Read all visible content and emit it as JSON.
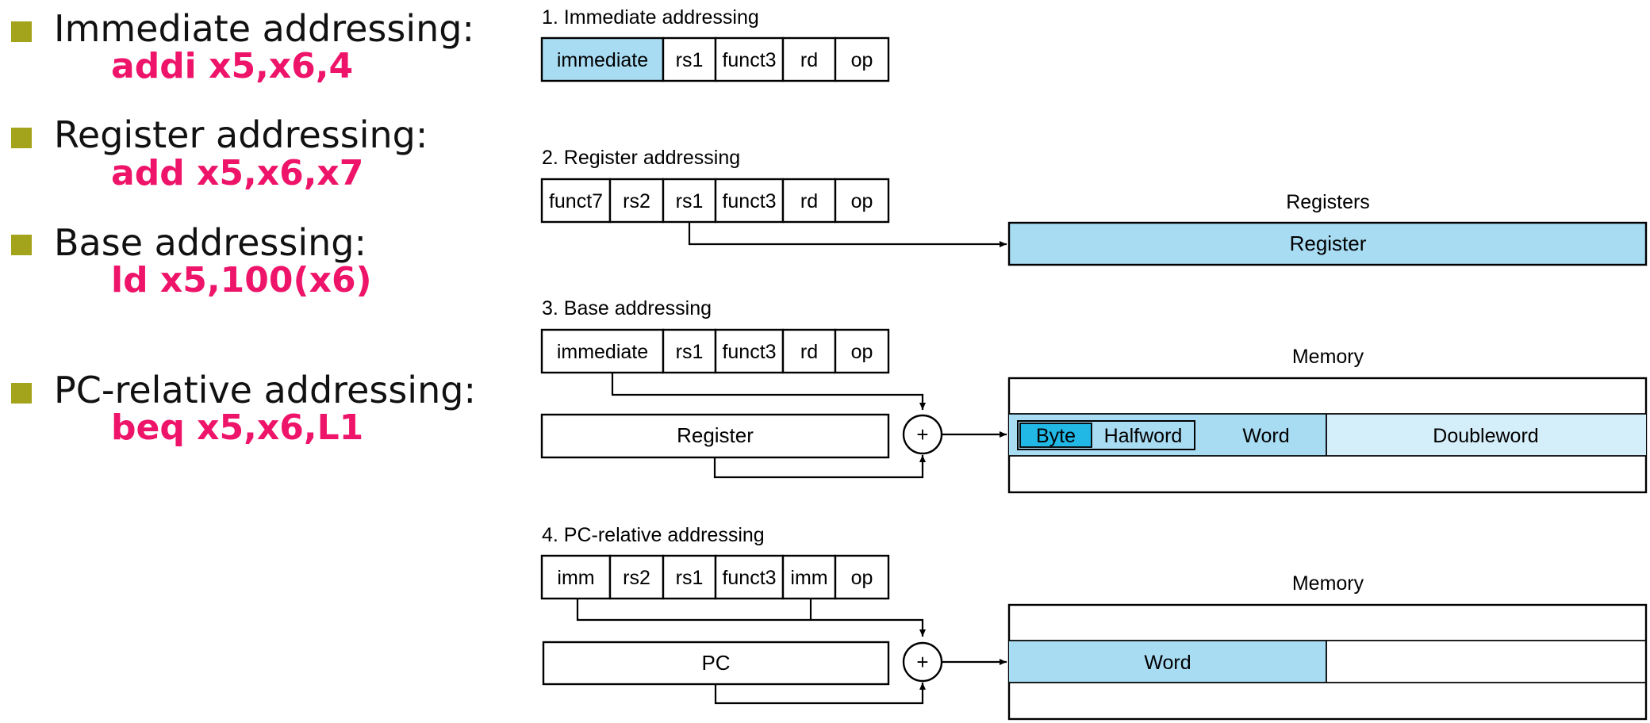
{
  "bullets": [
    {
      "title": "Immediate addressing:",
      "code": "addi x5,x6,4"
    },
    {
      "title": "Register addressing:",
      "code": "add x5,x6,x7"
    },
    {
      "title": "Base addressing:",
      "code": "ld x5,100(x6)"
    },
    {
      "title": "PC-relative addressing:",
      "code": "beq x5,x6,L1"
    }
  ],
  "diagram": {
    "immediate": {
      "title": "1.  Immediate addressing",
      "fields": [
        "immediate",
        "rs1",
        "funct3",
        "rd",
        "op"
      ]
    },
    "register": {
      "title": "2. Register addressing",
      "fields": [
        "funct7",
        "rs2",
        "rs1",
        "funct3",
        "rd",
        "op"
      ],
      "target_heading": "Registers",
      "target_label": "Register"
    },
    "base": {
      "title": "3.  Base addressing",
      "fields": [
        "immediate",
        "rs1",
        "funct3",
        "rd",
        "op"
      ],
      "register_label": "Register",
      "adder": "+",
      "memory_heading": "Memory",
      "memory_cells": [
        "Byte",
        "Halfword",
        "Word",
        "Doubleword"
      ]
    },
    "pc_relative": {
      "title": "4.  PC-relative addressing",
      "fields": [
        "imm",
        "rs2",
        "rs1",
        "funct3",
        "imm",
        "op"
      ],
      "pc_label": "PC",
      "adder": "+",
      "memory_heading": "Memory",
      "memory_cell": "Word"
    }
  },
  "colors": {
    "code_text": "#ee1469",
    "bullet": "#a3a31c",
    "highlight_blue": "#a8dcf3",
    "light_blue": "#d4eefa",
    "byte_blue": "#22b8e6"
  }
}
